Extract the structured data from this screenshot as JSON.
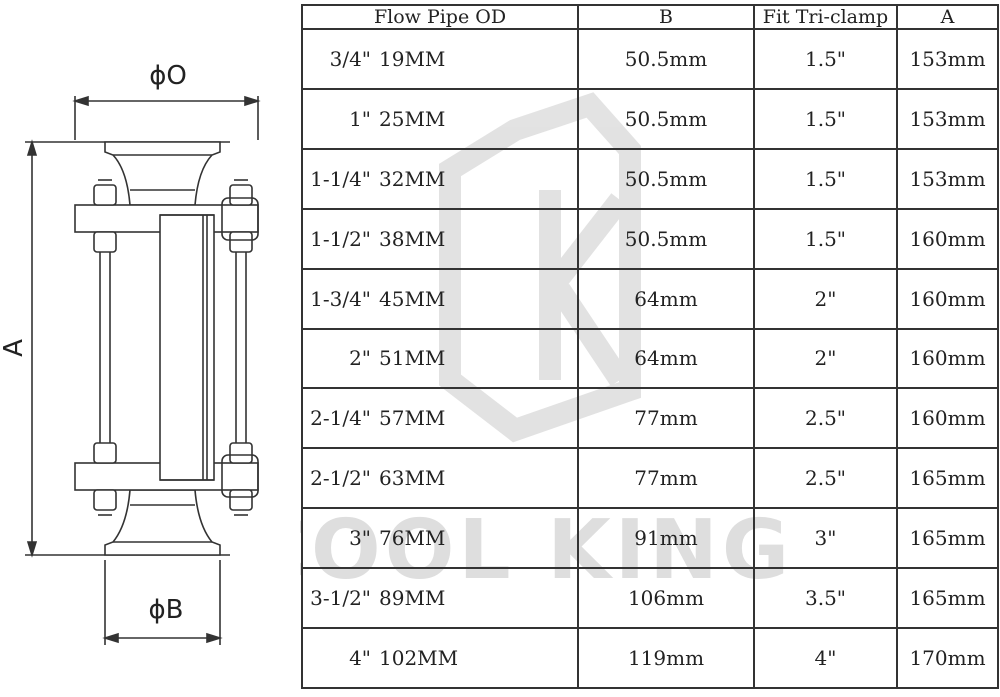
{
  "drawing": {
    "od_label": "ϕO",
    "b_label": "ϕB",
    "a_label": "A"
  },
  "watermark": {
    "text": "COOL KING"
  },
  "table": {
    "headers": [
      "Flow Pipe OD",
      "B",
      "Fit Tri-clamp",
      "A"
    ],
    "rows": [
      {
        "od_in": "3/4\"",
        "od_mm": "19MM",
        "b": "50.5mm",
        "clamp": "1.5\"",
        "a": "153mm"
      },
      {
        "od_in": "1\"",
        "od_mm": "25MM",
        "b": "50.5mm",
        "clamp": "1.5\"",
        "a": "153mm"
      },
      {
        "od_in": "1-1/4\"",
        "od_mm": "32MM",
        "b": "50.5mm",
        "clamp": "1.5\"",
        "a": "153mm"
      },
      {
        "od_in": "1-1/2\"",
        "od_mm": "38MM",
        "b": "50.5mm",
        "clamp": "1.5\"",
        "a": "160mm"
      },
      {
        "od_in": "1-3/4\"",
        "od_mm": "45MM",
        "b": "64mm",
        "clamp": "2\"",
        "a": "160mm"
      },
      {
        "od_in": "2\"",
        "od_mm": "51MM",
        "b": "64mm",
        "clamp": "2\"",
        "a": "160mm"
      },
      {
        "od_in": "2-1/4\"",
        "od_mm": "57MM",
        "b": "77mm",
        "clamp": "2.5\"",
        "a": "160mm"
      },
      {
        "od_in": "2-1/2\"",
        "od_mm": "63MM",
        "b": "77mm",
        "clamp": "2.5\"",
        "a": "165mm"
      },
      {
        "od_in": "3\"",
        "od_mm": "76MM",
        "b": "91mm",
        "clamp": "3\"",
        "a": "165mm"
      },
      {
        "od_in": "3-1/2\"",
        "od_mm": "89MM",
        "b": "106mm",
        "clamp": "3.5\"",
        "a": "165mm"
      },
      {
        "od_in": "4\"",
        "od_mm": "102MM",
        "b": "119mm",
        "clamp": "4\"",
        "a": "170mm"
      }
    ]
  }
}
